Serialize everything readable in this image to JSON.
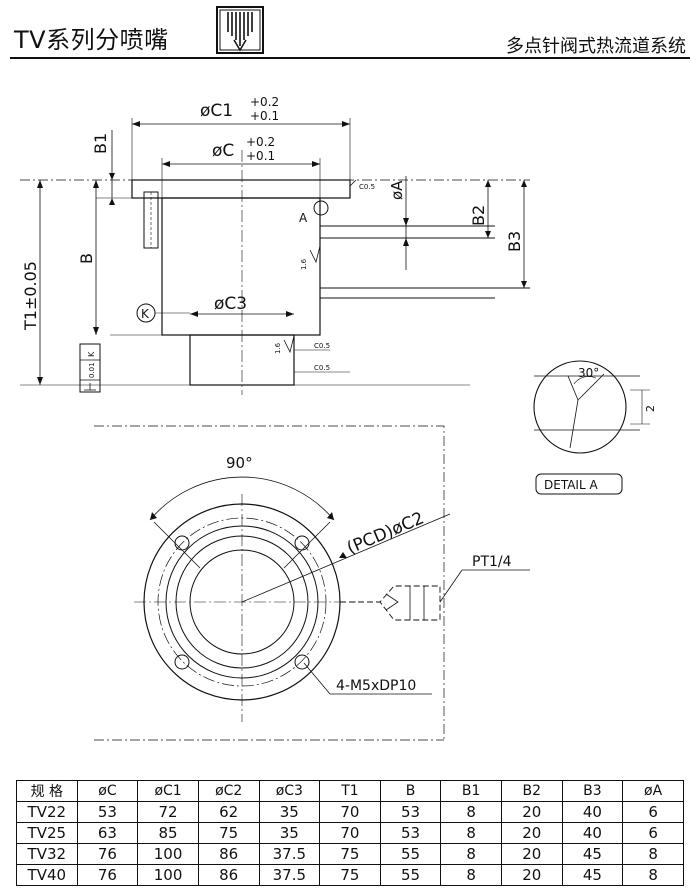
{
  "header": {
    "title": "TV系列分喷嘴",
    "subtitle": "多点针阀式热流道系统"
  },
  "drawing": {
    "dims": {
      "c1": "øC1",
      "c1_tol_upper": "+0.2",
      "c1_tol_lower": "+0.1",
      "c": "øC",
      "c_tol_upper": "+0.2",
      "c_tol_lower": "+0.1",
      "c3": "øC3",
      "b1": "B1",
      "b": "B",
      "t1": "T1±0.05",
      "b2": "B2",
      "b3": "B3",
      "a": "øA",
      "c05": "C0.5",
      "r16": "1.6",
      "flatness": "0.01",
      "datum_k": "K",
      "label_a": "A",
      "angle90": "90°",
      "pcd": "(PCD)øC2",
      "pt": "PT1/4",
      "screws": "4-M5xDP10",
      "detail_angle": "30°",
      "detail_dim": "2",
      "detail_label": "DETAIL A"
    }
  },
  "table": {
    "headers": [
      "规  格",
      "øC",
      "øC1",
      "øC2",
      "øC3",
      "T1",
      "B",
      "B1",
      "B2",
      "B3",
      "øA"
    ],
    "rows": [
      [
        "TV22",
        "53",
        "72",
        "62",
        "35",
        "70",
        "53",
        "8",
        "20",
        "40",
        "6"
      ],
      [
        "TV25",
        "63",
        "85",
        "75",
        "35",
        "70",
        "53",
        "8",
        "20",
        "40",
        "6"
      ],
      [
        "TV32",
        "76",
        "100",
        "86",
        "37.5",
        "75",
        "55",
        "8",
        "20",
        "45",
        "8"
      ],
      [
        "TV40",
        "76",
        "100",
        "86",
        "37.5",
        "75",
        "55",
        "8",
        "20",
        "45",
        "8"
      ]
    ]
  }
}
